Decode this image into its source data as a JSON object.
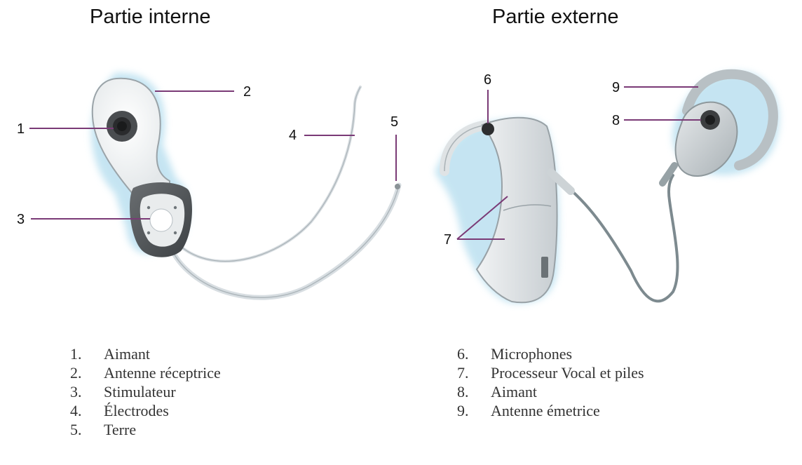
{
  "headings": {
    "internal": "Partie interne",
    "external": "Partie externe"
  },
  "callouts": {
    "internal": [
      "1",
      "2",
      "3",
      "4",
      "5"
    ],
    "external": [
      "6",
      "7",
      "8",
      "9"
    ]
  },
  "legend": {
    "internal": [
      {
        "num": "1.",
        "label": "Aimant"
      },
      {
        "num": "2.",
        "label": "Antenne réceptrice"
      },
      {
        "num": "3.",
        "label": "Stimulateur"
      },
      {
        "num": "4.",
        "label": "Électrodes"
      },
      {
        "num": "5.",
        "label": "Terre"
      }
    ],
    "external": [
      {
        "num": "6.",
        "label": "Microphones"
      },
      {
        "num": "7.",
        "label": "Processeur Vocal et piles"
      },
      {
        "num": "8.",
        "label": "Aimant"
      },
      {
        "num": "9.",
        "label": "Antenne émetrice"
      }
    ]
  },
  "colors": {
    "callout_line": "#7a3a76",
    "device_body": "#d8dde0",
    "device_edge": "#9aa3a8",
    "glow": "#c9e6f2",
    "magnet": "#3a3a3a"
  }
}
